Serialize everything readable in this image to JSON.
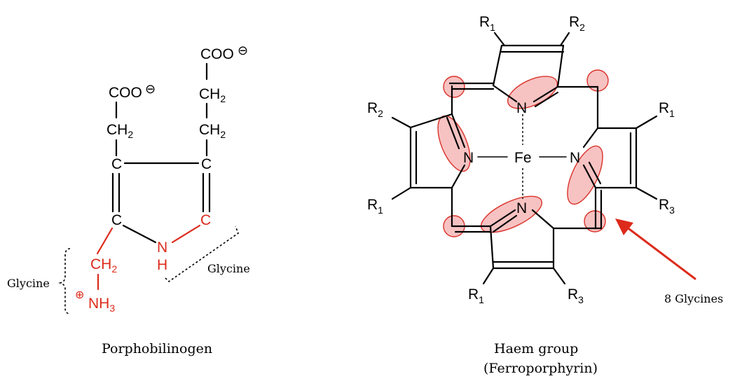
{
  "colors": {
    "bond": "#000000",
    "glycine_red": "#dd2a1b",
    "highlight_fill": "#ec6e6e",
    "highlight_stroke": "#d9322a",
    "arrow": "#dd2a1b"
  },
  "porphobilinogen": {
    "caption": "Porphobilinogen",
    "coo_left": "COO",
    "coo_right": "COO",
    "charge_minus": "⊖",
    "charge_plus": "⊕",
    "ch_left": "CH",
    "ch_right_top": "CH",
    "ch_right_bottom": "CH",
    "ch_red": "CH",
    "subscript_2": "2",
    "subscript_3": "3",
    "carbon": "C",
    "n": "N",
    "h": "H",
    "nh": "NH",
    "glycine_left": "Glycine",
    "glycine_right": "Glycine"
  },
  "haem": {
    "caption_line1": "Haem group",
    "caption_line2": "(Ferroporphyrin)",
    "fe": "Fe",
    "n": "N",
    "r": "R",
    "sub1": "1",
    "sub2": "2",
    "sub3": "3",
    "arrow_label": "8 Glycines"
  }
}
